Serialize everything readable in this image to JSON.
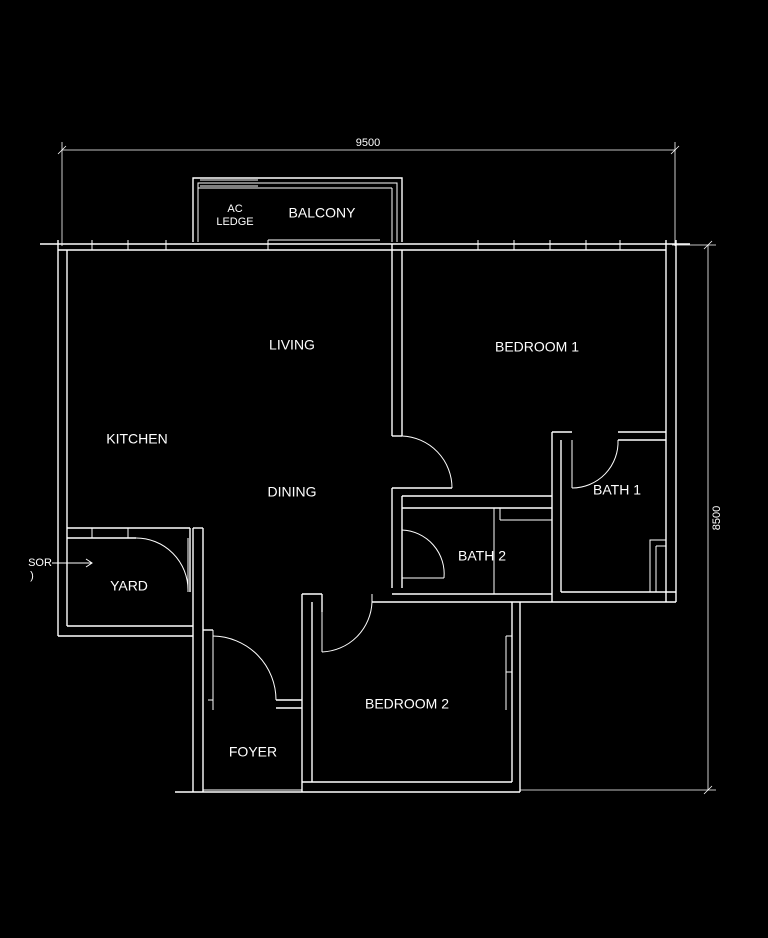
{
  "dimensions": {
    "width": "9500",
    "height": "8500"
  },
  "rooms": {
    "ac_ledge_line1": "AC",
    "ac_ledge_line2": "LEDGE",
    "balcony": "BALCONY",
    "living": "LIVING",
    "bedroom1": "BEDROOM 1",
    "kitchen": "KITCHEN",
    "dining": "DINING",
    "bath1": "BATH 1",
    "bath2": "BATH 2",
    "yard": "YARD",
    "bedroom2": "BEDROOM 2",
    "foyer": "FOYER"
  },
  "annotations": {
    "sor_line1": "SOR",
    "sor_line2": ")"
  },
  "colors": {
    "background": "#000000",
    "lines": "#ffffff"
  }
}
